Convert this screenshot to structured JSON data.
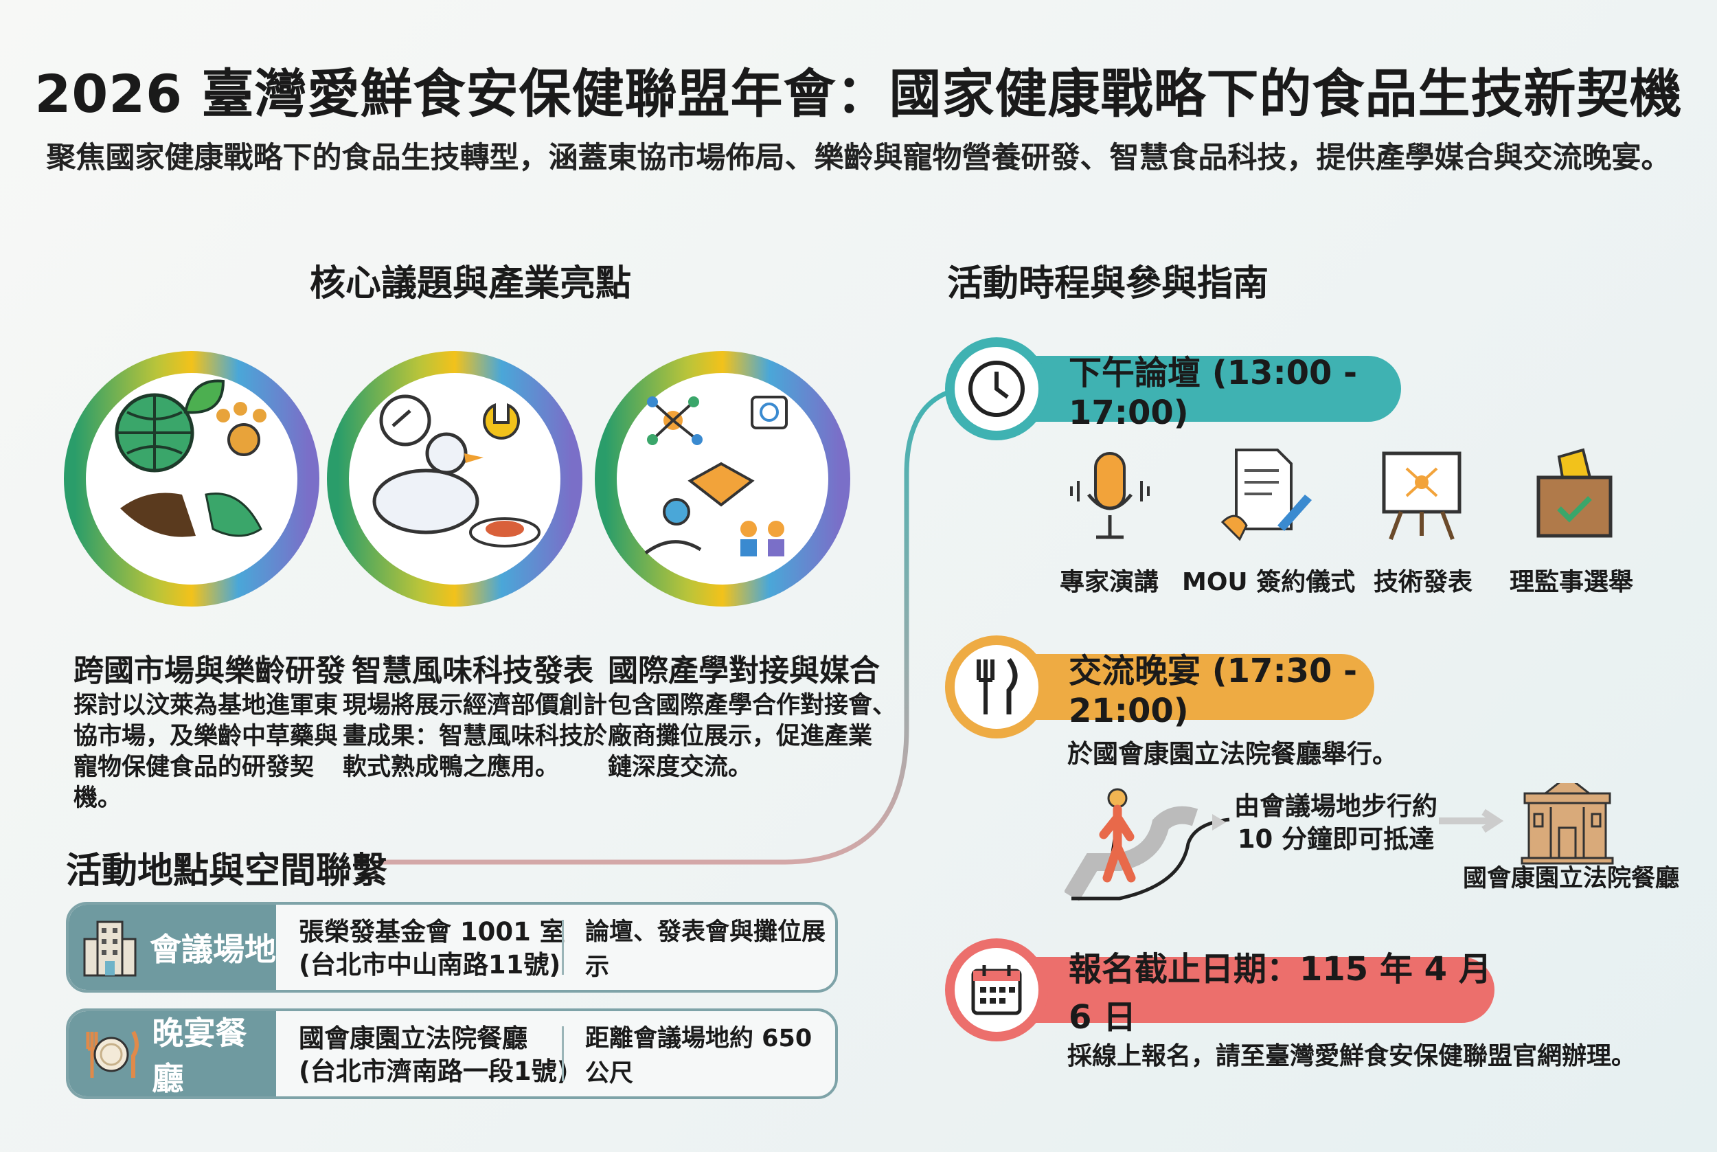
{
  "header": {
    "title": "2026 臺灣愛鮮食安保健聯盟年會：國家健康戰略下的食品生技新契機",
    "subtitle": "聚焦國家健康戰略下的食品生技轉型，涵蓋東協市場佈局、樂齡與寵物營養研發、智慧食品科技，提供產學媒合與交流晚宴。"
  },
  "topics": {
    "heading": "核心議題與產業亮點",
    "items": [
      {
        "title": "跨國市場與樂齡研發",
        "lines": [
          "探討以汶萊為基地進軍東",
          "協市場，及樂齡中草藥與",
          "寵物保健食品的研發契機。"
        ],
        "icon": "globe-leaf-paw-map-icon",
        "color": "#3aa66a"
      },
      {
        "title": "智慧風味科技發表",
        "lines": [
          "現場將展示經濟部價創計",
          "畫成果：智慧風味科技於",
          "軟式熟成鴨之應用。"
        ],
        "icon": "duck-gauge-bulb-icon",
        "color": "#e8c21f"
      },
      {
        "title": "國際產學對接與媒合",
        "lines": [
          "包含國際產學合作對接會、",
          "廠商攤位展示，促進產業",
          "鏈深度交流。"
        ],
        "icon": "handshake-network-icon",
        "color": "#6a7fd0"
      }
    ]
  },
  "venue": {
    "heading": "活動地點與空間聯繫",
    "rows": [
      {
        "tag": "會議場地",
        "name": "張榮發基金會 1001 室",
        "address": "(台北市中山南路11號)",
        "note": "論壇、發表會與攤位展示",
        "icon": "building-icon"
      },
      {
        "tag": "晚宴餐廳",
        "name": "國會康園立法院餐廳",
        "address": "(台北市濟南路一段1號)",
        "note": "距離會議場地約 650 公尺",
        "icon": "plate-cutlery-icon"
      }
    ]
  },
  "schedule": {
    "heading": "活動時程與參與指南",
    "forum": {
      "label": "下午論壇 (13:00 - 17:00)",
      "color": "#3fb2b2",
      "activities": [
        "專家演講",
        "MOU 簽約儀式",
        "技術發表",
        "理監事選舉"
      ]
    },
    "dinner": {
      "label": "交流晚宴 (17:30 - 21:00)",
      "color": "#eeab43",
      "location": "於國會康園立法院餐廳舉行。",
      "walk_line1": "由會議場地步行約",
      "walk_line2": "10 分鐘即可抵達",
      "destination": "國會康園立法院餐廳"
    },
    "deadline": {
      "label": "報名截止日期：115 年 4 月 6 日",
      "color": "#ec6f6c",
      "note": "採線上報名，請至臺灣愛鮮食安保健聯盟官網辦理。"
    }
  }
}
